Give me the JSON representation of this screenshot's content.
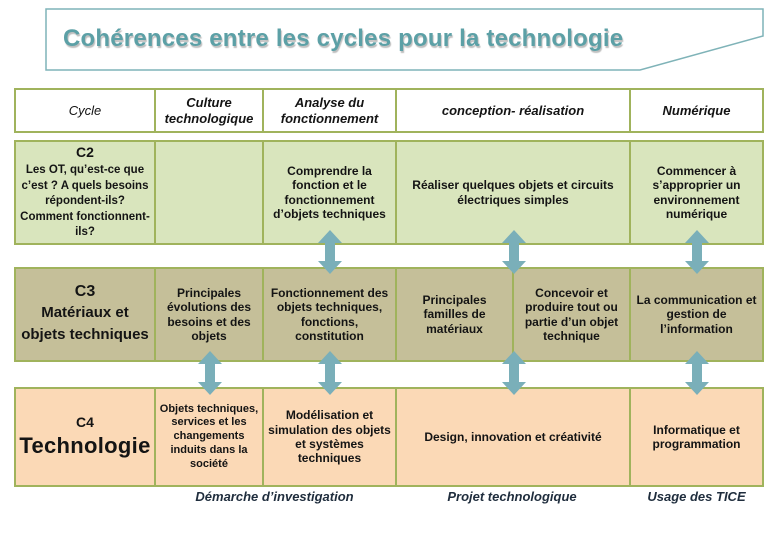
{
  "title": "Cohérences entre les cycles pour la technologie",
  "colors": {
    "title_color": "#5ca0a6",
    "olive": "#a0b35c",
    "band_green": "#d9e5bd",
    "band_olive": "#c5bf99",
    "band_salmon": "#fbd9b6",
    "arrow_color": "#7aafb9",
    "footer_color": "#1f2d3d"
  },
  "table": {
    "headers": [
      "Cycle",
      "Culture technologique",
      "Analyse du fonctionnement",
      "conception- réalisation",
      "Numérique"
    ],
    "rows": {
      "c2": {
        "code": "C2",
        "question": "Les OT, qu’est-ce que c’est ? A quels besoins répondent-ils? Comment fonctionnent-ils?",
        "culture": "",
        "analyse": "Comprendre la fonction et le fonctionnement d’objets techniques",
        "conception": "Réaliser quelques objets et circuits électriques simples",
        "numerique": "Commencer à s’approprier un environnement numérique"
      },
      "c3": {
        "code": "C3",
        "title": "Matériaux et objets techniques",
        "culture": "Principales évolutions des besoins et des objets",
        "analyse": "Fonctionnement des objets techniques, fonctions, constitution",
        "conception_a": "Principales familles de matériaux",
        "conception_b": "Concevoir et produire tout ou partie d’un objet technique",
        "numerique": "La communication et gestion de l’information"
      },
      "c4": {
        "code": "C4",
        "title": "Technologie",
        "culture": "Objets techniques, services et les changements induits dans la société",
        "analyse": "Modélisation et simulation des objets et systèmes techniques",
        "conception": "Design, innovation et créativité",
        "numerique": "Informatique et programmation"
      }
    },
    "footer": {
      "demarche": "Démarche d’investigation",
      "projet": "Projet technologique",
      "usage": "Usage des TICE"
    }
  }
}
